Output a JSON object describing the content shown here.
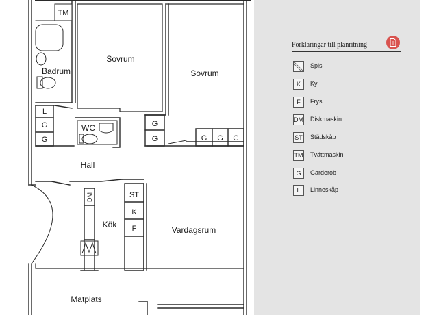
{
  "rooms": {
    "sovrum_1": "Sovrum",
    "sovrum_2": "Sovrum",
    "badrum": "Badrum",
    "wc": "WC",
    "hall": "Hall",
    "kok": "Kök",
    "vardagsrum": "Vardagsrum",
    "matplats": "Matplats"
  },
  "fixtures": {
    "tm": "TM",
    "l": "L",
    "g": "G",
    "dm": "DM",
    "st": "ST",
    "k": "K",
    "f": "F"
  },
  "legend": {
    "title": "Förklaringar till planritning",
    "pdf_icon": "pdf-document-icon",
    "items": [
      {
        "key": "",
        "icon": "stove-diagonal-icon",
        "label": "Spis"
      },
      {
        "key": "K",
        "label": "Kyl"
      },
      {
        "key": "F",
        "label": "Frys"
      },
      {
        "key": "DM",
        "label": "Diskmaskin"
      },
      {
        "key": "ST",
        "label": "Städskåp"
      },
      {
        "key": "TM",
        "label": "Tvättmaskin"
      },
      {
        "key": "G",
        "label": "Garderob"
      },
      {
        "key": "L",
        "label": "Linneskåp"
      }
    ]
  },
  "colors": {
    "wall": "#2a2a2a",
    "panel": "#e4e4e4",
    "pdf_badge": "#d9534f"
  }
}
